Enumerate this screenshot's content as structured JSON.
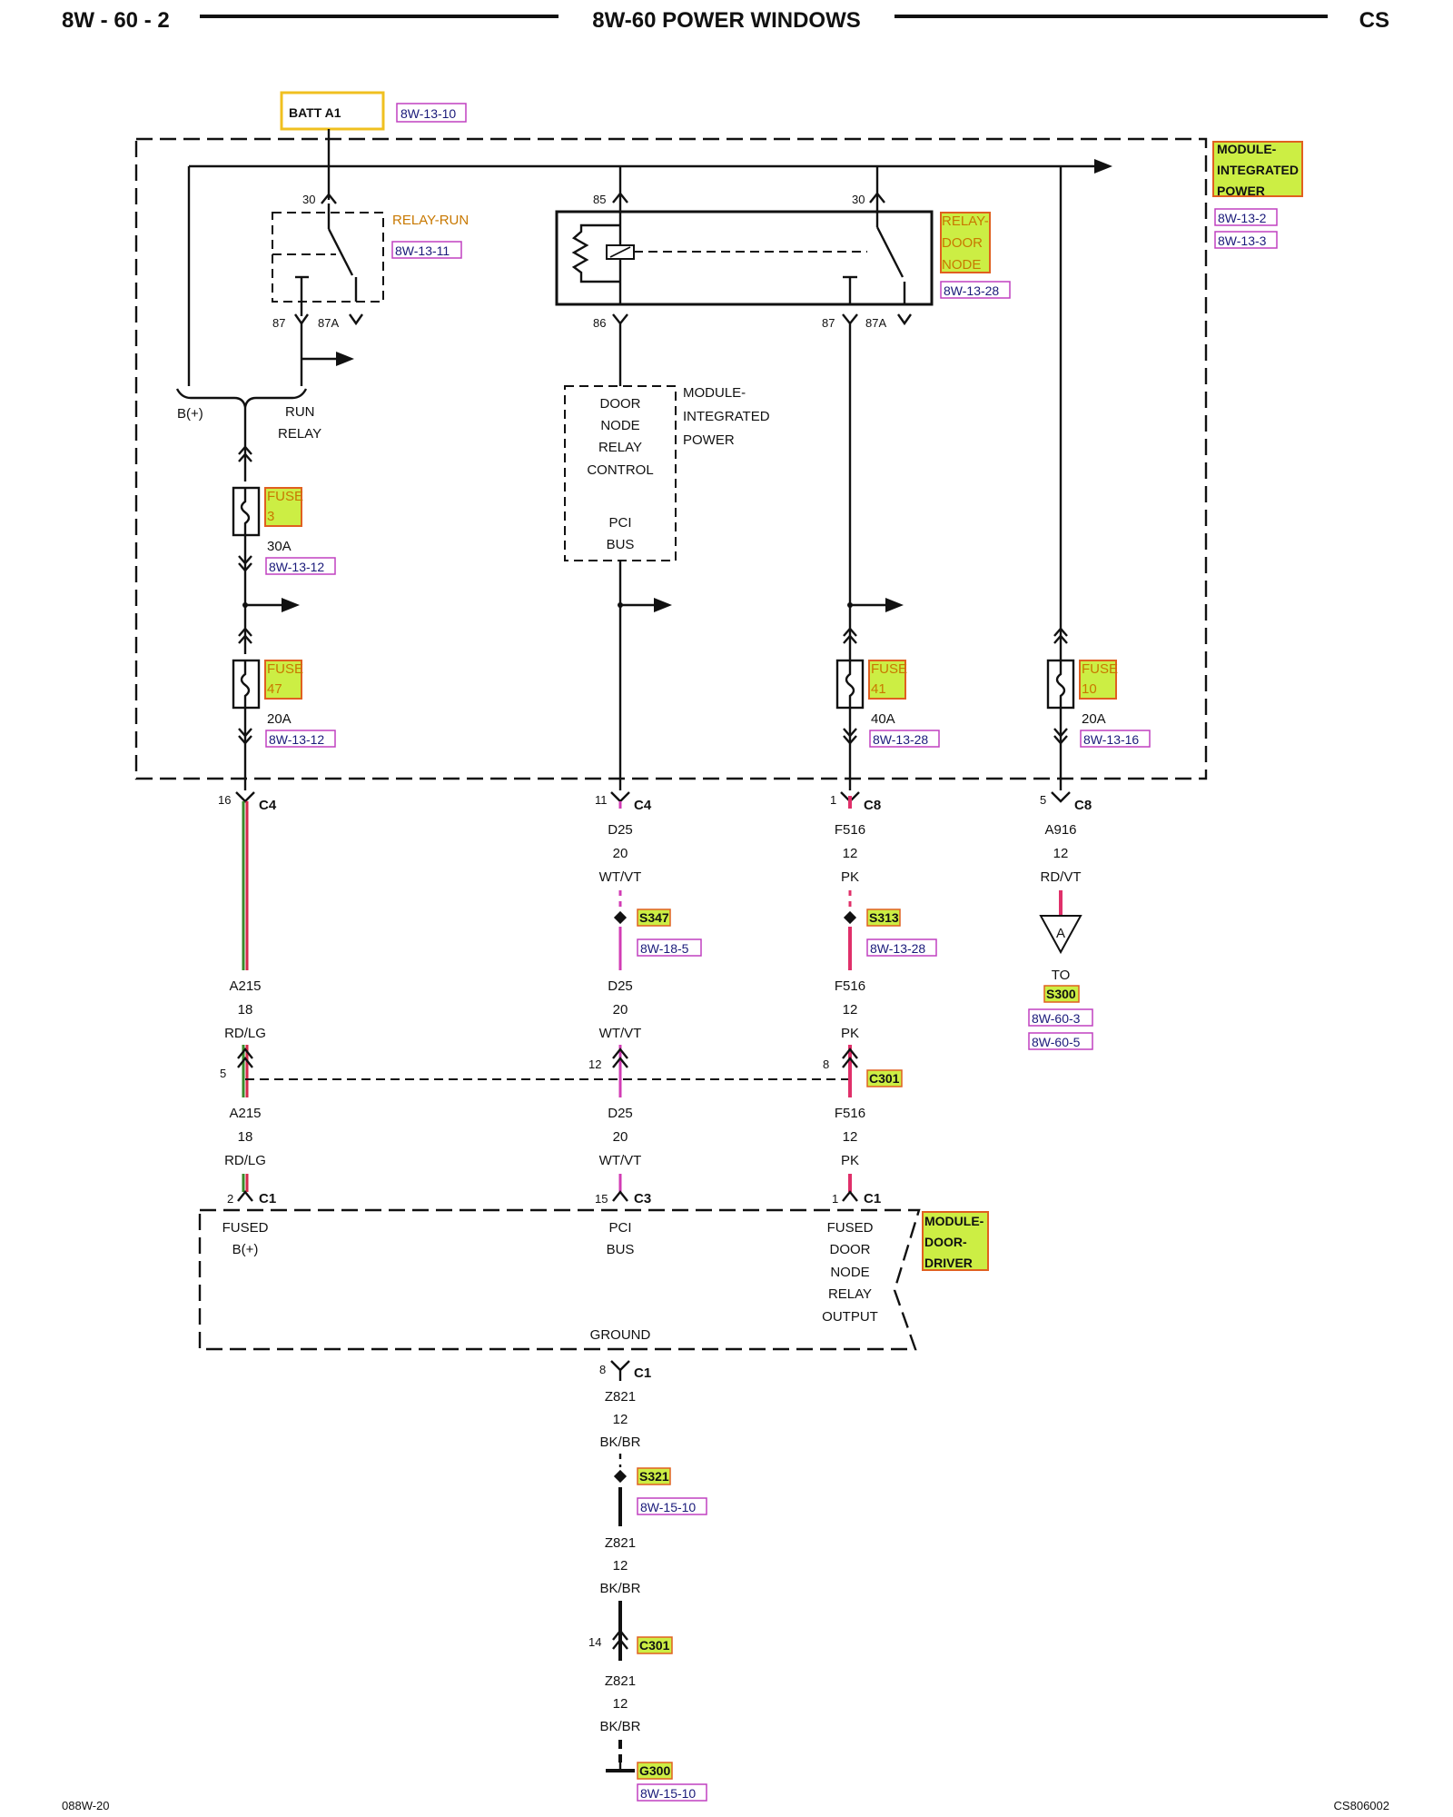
{
  "header": {
    "left": "8W - 60 - 2",
    "center": "8W-60 POWER WINDOWS",
    "right": "CS"
  },
  "footer": {
    "left": "088W-20",
    "right": "CS806002"
  },
  "colors": {
    "wire_red": "#d42a4a",
    "wire_green": "#3a8a2a",
    "wire_pink": "#d23cb4",
    "wire_black": "#111111",
    "label_fill": "#ccee44",
    "label_border": "#e06020",
    "batt_border": "#f0c020",
    "ref_border": "#c040c0"
  },
  "batt": {
    "label": "BATT A1",
    "ref": "8W-13-10"
  },
  "module_ipm": {
    "label_lines": [
      "MODULE-",
      "INTEGRATED",
      "POWER"
    ],
    "refs": [
      "8W-13-2",
      "8W-13-3"
    ]
  },
  "relay_run": {
    "label": "RELAY-RUN",
    "ref": "8W-13-11",
    "pin30": "30",
    "pin87": "87",
    "pin87a": "87A",
    "out_left": "B(+)",
    "out_right_lines": [
      "RUN",
      "RELAY"
    ]
  },
  "relay_door": {
    "label_lines": [
      "RELAY-",
      "DOOR",
      "NODE"
    ],
    "ref": "8W-13-28",
    "pin85": "85",
    "pin86": "86",
    "pin30": "30",
    "pin87": "87",
    "pin87a": "87A"
  },
  "door_node_ctrl": {
    "lines": [
      "DOOR",
      "NODE",
      "RELAY",
      "CONTROL"
    ],
    "bus_lines": [
      "PCI",
      "BUS"
    ],
    "side_lines": [
      "MODULE-",
      "INTEGRATED",
      "POWER"
    ]
  },
  "fuses": {
    "f3": {
      "label_lines": [
        "FUSE",
        "3"
      ],
      "rating": "30A",
      "ref": "8W-13-12"
    },
    "f47": {
      "label_lines": [
        "FUSE",
        "47"
      ],
      "rating": "20A",
      "ref": "8W-13-12"
    },
    "f41": {
      "label_lines": [
        "FUSE",
        "41"
      ],
      "rating": "40A",
      "ref": "8W-13-28"
    },
    "f10": {
      "label_lines": [
        "FUSE",
        "10"
      ],
      "rating": "20A",
      "ref": "8W-13-16"
    }
  },
  "circuit1": {
    "top_pin": "16",
    "top_conn": "C4",
    "mid": {
      "lines": [
        "A215",
        "18",
        "RD/LG"
      ]
    },
    "c301_pin": "5",
    "low": {
      "lines": [
        "A215",
        "18",
        "RD/LG"
      ]
    },
    "bot_pin": "2",
    "bot_conn": "C1"
  },
  "circuit2": {
    "top_pin": "11",
    "top_conn": "C4",
    "upper": {
      "lines": [
        "D25",
        "20",
        "WT/VT"
      ]
    },
    "splice": "S347",
    "splice_ref": "8W-18-5",
    "mid": {
      "lines": [
        "D25",
        "20",
        "WT/VT"
      ]
    },
    "c301_pin": "12",
    "low": {
      "lines": [
        "D25",
        "20",
        "WT/VT"
      ]
    },
    "bot_pin": "15",
    "bot_conn": "C3"
  },
  "circuit3": {
    "top_pin": "1",
    "top_conn": "C8",
    "upper": {
      "lines": [
        "F516",
        "12",
        "PK"
      ]
    },
    "splice": "S313",
    "splice_ref": "8W-13-28",
    "mid": {
      "lines": [
        "F516",
        "12",
        "PK"
      ]
    },
    "c301_pin": "8",
    "c301": "C301",
    "low": {
      "lines": [
        "F516",
        "12",
        "PK"
      ]
    },
    "bot_pin": "1",
    "bot_conn": "C1"
  },
  "circuit4": {
    "top_pin": "5",
    "top_conn": "C8",
    "upper": {
      "lines": [
        "A916",
        "12",
        "RD/VT"
      ]
    },
    "tri": "A",
    "to": "TO",
    "dest": "S300",
    "refs": [
      "8W-60-3",
      "8W-60-5"
    ]
  },
  "module_door": {
    "label_lines": [
      "MODULE-",
      "DOOR-",
      "DRIVER"
    ],
    "left_lines": [
      "FUSED",
      "B(+)"
    ],
    "center_lines": [
      "PCI",
      "BUS"
    ],
    "right_lines": [
      "FUSED",
      "DOOR",
      "NODE",
      "RELAY",
      "OUTPUT"
    ],
    "ground": "GROUND"
  },
  "ground_circuit": {
    "top_pin": "8",
    "top_conn": "C1",
    "upper": {
      "lines": [
        "Z821",
        "12",
        "BK/BR"
      ]
    },
    "splice": "S321",
    "splice_ref": "8W-15-10",
    "mid": {
      "lines": [
        "Z821",
        "12",
        "BK/BR"
      ]
    },
    "c301_pin": "14",
    "c301": "C301",
    "low": {
      "lines": [
        "Z821",
        "12",
        "BK/BR"
      ]
    },
    "ground": "G300",
    "ground_ref": "8W-15-10"
  }
}
